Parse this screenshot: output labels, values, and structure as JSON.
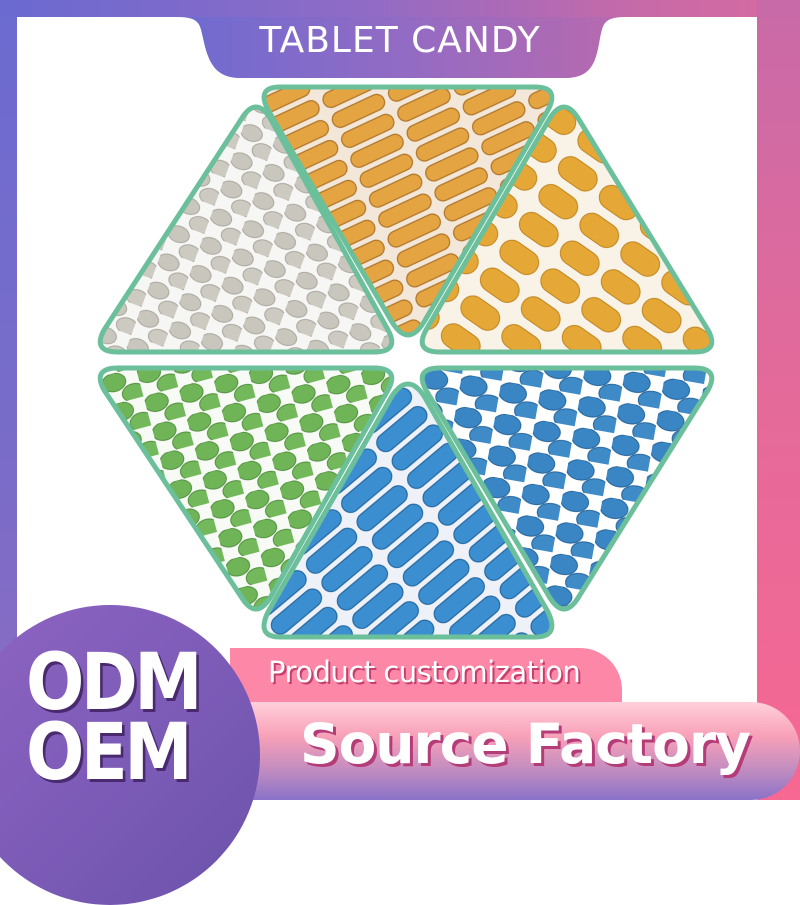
{
  "header": {
    "title": "TABLET CANDY"
  },
  "hexagon": {
    "border_color": "#6bbf9b",
    "segments": [
      {
        "position": "top-left",
        "candy_shape": "oval-diamond",
        "color": "#c9c6bd"
      },
      {
        "position": "top",
        "candy_shape": "capsule-rod",
        "color": "#e3a441"
      },
      {
        "position": "top-right",
        "candy_shape": "oval",
        "color": "#e5a836"
      },
      {
        "position": "bottom-left",
        "candy_shape": "oval-diamond",
        "color": "#6fb557"
      },
      {
        "position": "bottom",
        "candy_shape": "capsule-rod",
        "color": "#3b8fd0"
      },
      {
        "position": "bottom-right",
        "candy_shape": "oval-diamond",
        "color": "#3a86c4"
      }
    ]
  },
  "badge": {
    "line1": "ODM",
    "line2": "OEM"
  },
  "banners": {
    "subtitle": "Product customization",
    "headline": "Source Factory"
  },
  "colors": {
    "frame_left": "#6c6bd0",
    "frame_right": "#f76892",
    "accent_green": "#6bbf9b",
    "pink": "#fd87a6",
    "purple": "#7d5cb8"
  }
}
